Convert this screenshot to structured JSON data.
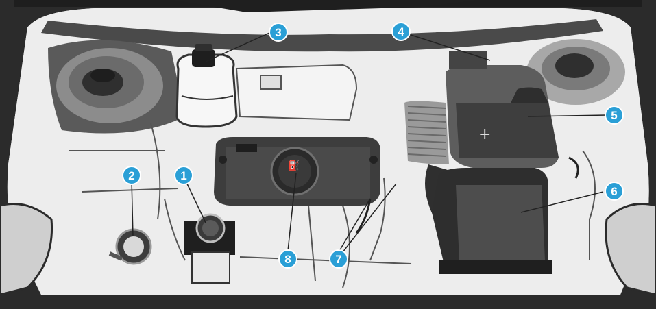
{
  "callouts": [
    {
      "label": "1"
    },
    {
      "label": "2"
    },
    {
      "label": "3"
    },
    {
      "label": "4"
    },
    {
      "label": "5"
    },
    {
      "label": "6"
    },
    {
      "label": "7"
    },
    {
      "label": "8"
    }
  ],
  "colors": {
    "callout_fill": "#2a9fd6",
    "callout_text": "#ffffff",
    "frame": "#2b2b2b",
    "component_dark": "#3d3d3d",
    "component_mid": "#8a8a8a",
    "bay_light": "#ededed",
    "leader": "#222222"
  },
  "icons": {
    "battery_plus": "+",
    "oil_can": "oil-can-icon",
    "washer": "washer-icon"
  }
}
